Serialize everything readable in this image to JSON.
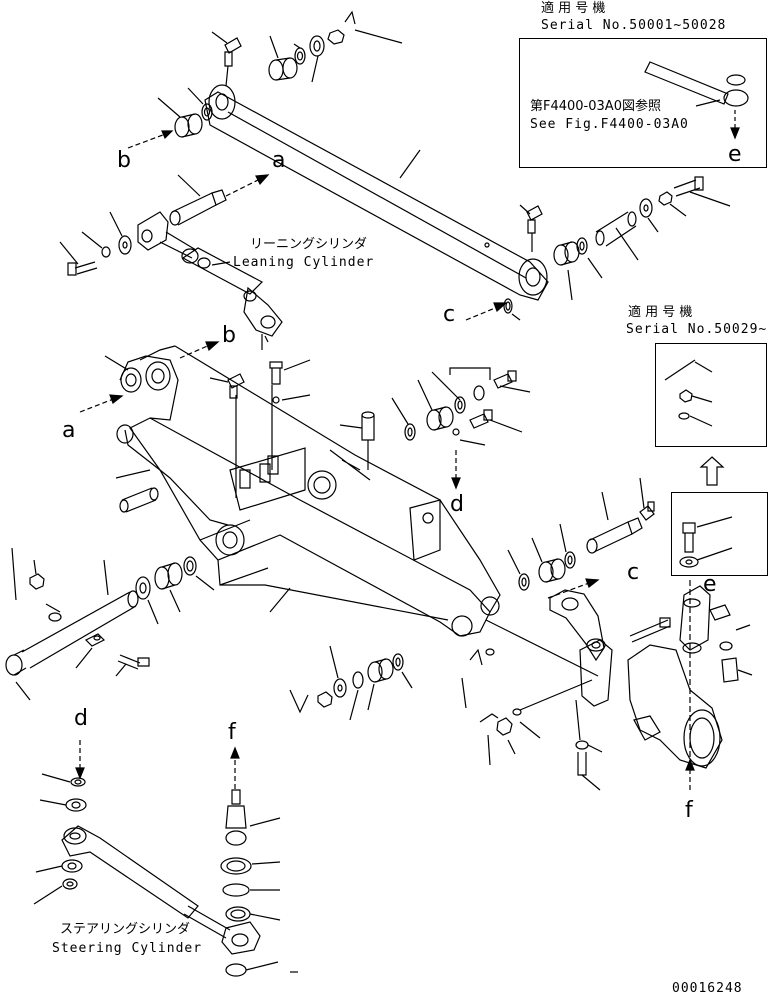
{
  "labels": {
    "serial_top_jp": "適 用 号 機",
    "serial_top": "Serial No.50001~50028",
    "see_fig_jp": "第F4400-03A0図参照",
    "see_fig": "See Fig.F4400-03A0",
    "serial_right_jp": "適 用 号 機",
    "serial_right": "Serial No.50029~",
    "leaning_jp": "リーニングシリンダ",
    "leaning": "Leaning Cylinder",
    "steering_jp": "ステアリングシリンダ",
    "steering": "Steering Cylinder",
    "drawing_number": "00016248"
  },
  "letters": {
    "a": "a",
    "b": "b",
    "c": "c",
    "d": "d",
    "e": "e",
    "f": "f"
  }
}
